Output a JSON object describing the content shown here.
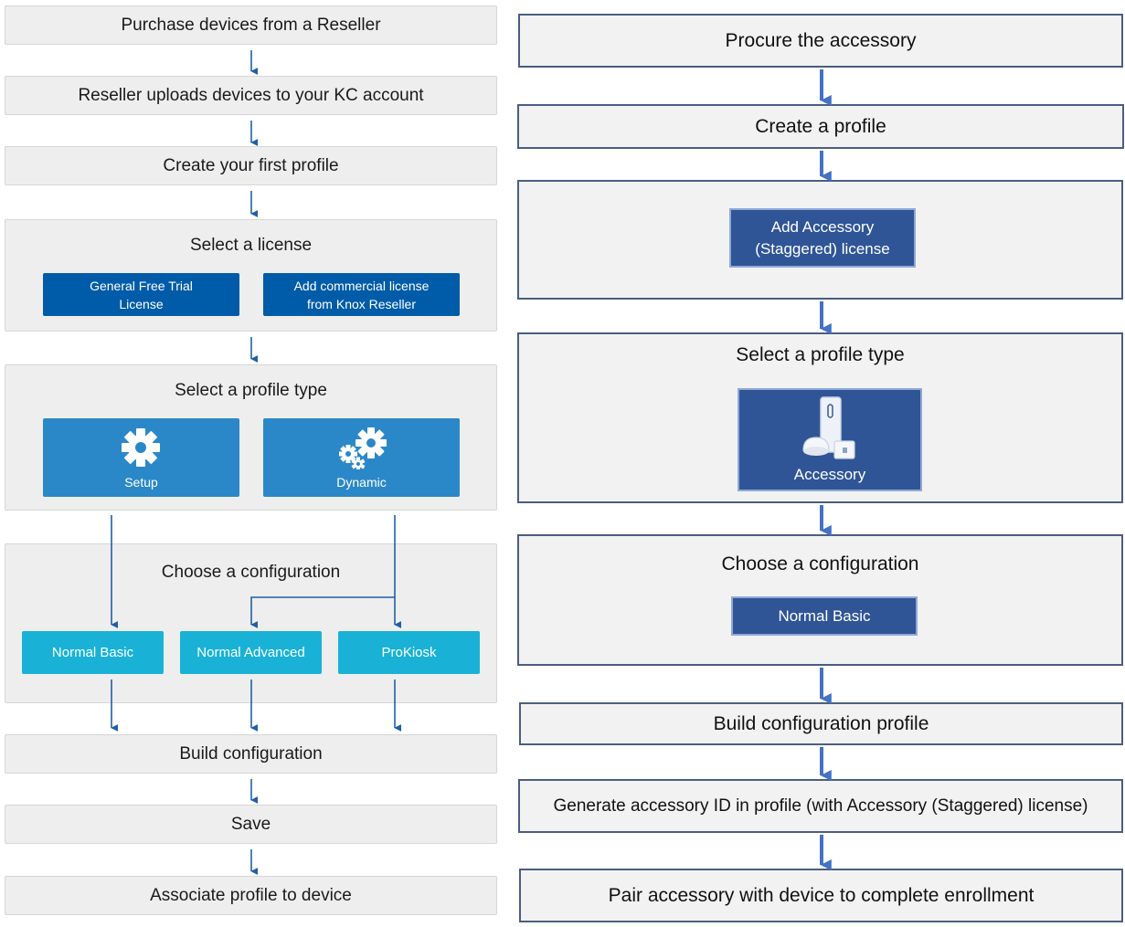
{
  "colors": {
    "left_box_bg": "#eeeeee",
    "license_blue": "#005ca8",
    "profile_type_blue": "#2b88c8",
    "config_cyan": "#19b2d6",
    "left_arrow": "#1f5fa8",
    "right_border": "#4a5e80",
    "right_chip": "#2f5597",
    "right_arrow": "#4472c4"
  },
  "left": {
    "step1": "Purchase devices from a Reseller",
    "step2": "Reseller uploads devices to your KC account",
    "step3": "Create your first profile",
    "license": {
      "title": "Select a license",
      "general_free_trial": [
        "General Free Trial",
        "License"
      ],
      "commercial": [
        "Add commercial license",
        "from Knox Reseller"
      ]
    },
    "profile_type": {
      "title": "Select a profile type",
      "setup": {
        "label": "Setup",
        "icon": "gear-icon"
      },
      "dynamic": {
        "label": "Dynamic",
        "icon": "gears-icon"
      }
    },
    "configuration": {
      "title": "Choose a configuration",
      "normal_basic": "Normal Basic",
      "normal_advanced": "Normal Advanced",
      "prokiosk": "ProKiosk"
    },
    "build": "Build configuration",
    "save": "Save",
    "associate": "Associate profile to device"
  },
  "right": {
    "procure": "Procure the accessory",
    "create_profile": "Create a profile",
    "license_chip": [
      "Add Accessory",
      "(Staggered) license"
    ],
    "profile_type": {
      "title": "Select a profile type",
      "accessory": {
        "label": "Accessory",
        "icon": "accessory-devices-icon"
      }
    },
    "configuration": {
      "title": "Choose a configuration",
      "normal_basic": "Normal Basic"
    },
    "build": "Build configuration profile",
    "generate": "Generate accessory ID in profile (with Accessory (Staggered) license)",
    "pair": "Pair accessory with device to complete enrollment"
  }
}
